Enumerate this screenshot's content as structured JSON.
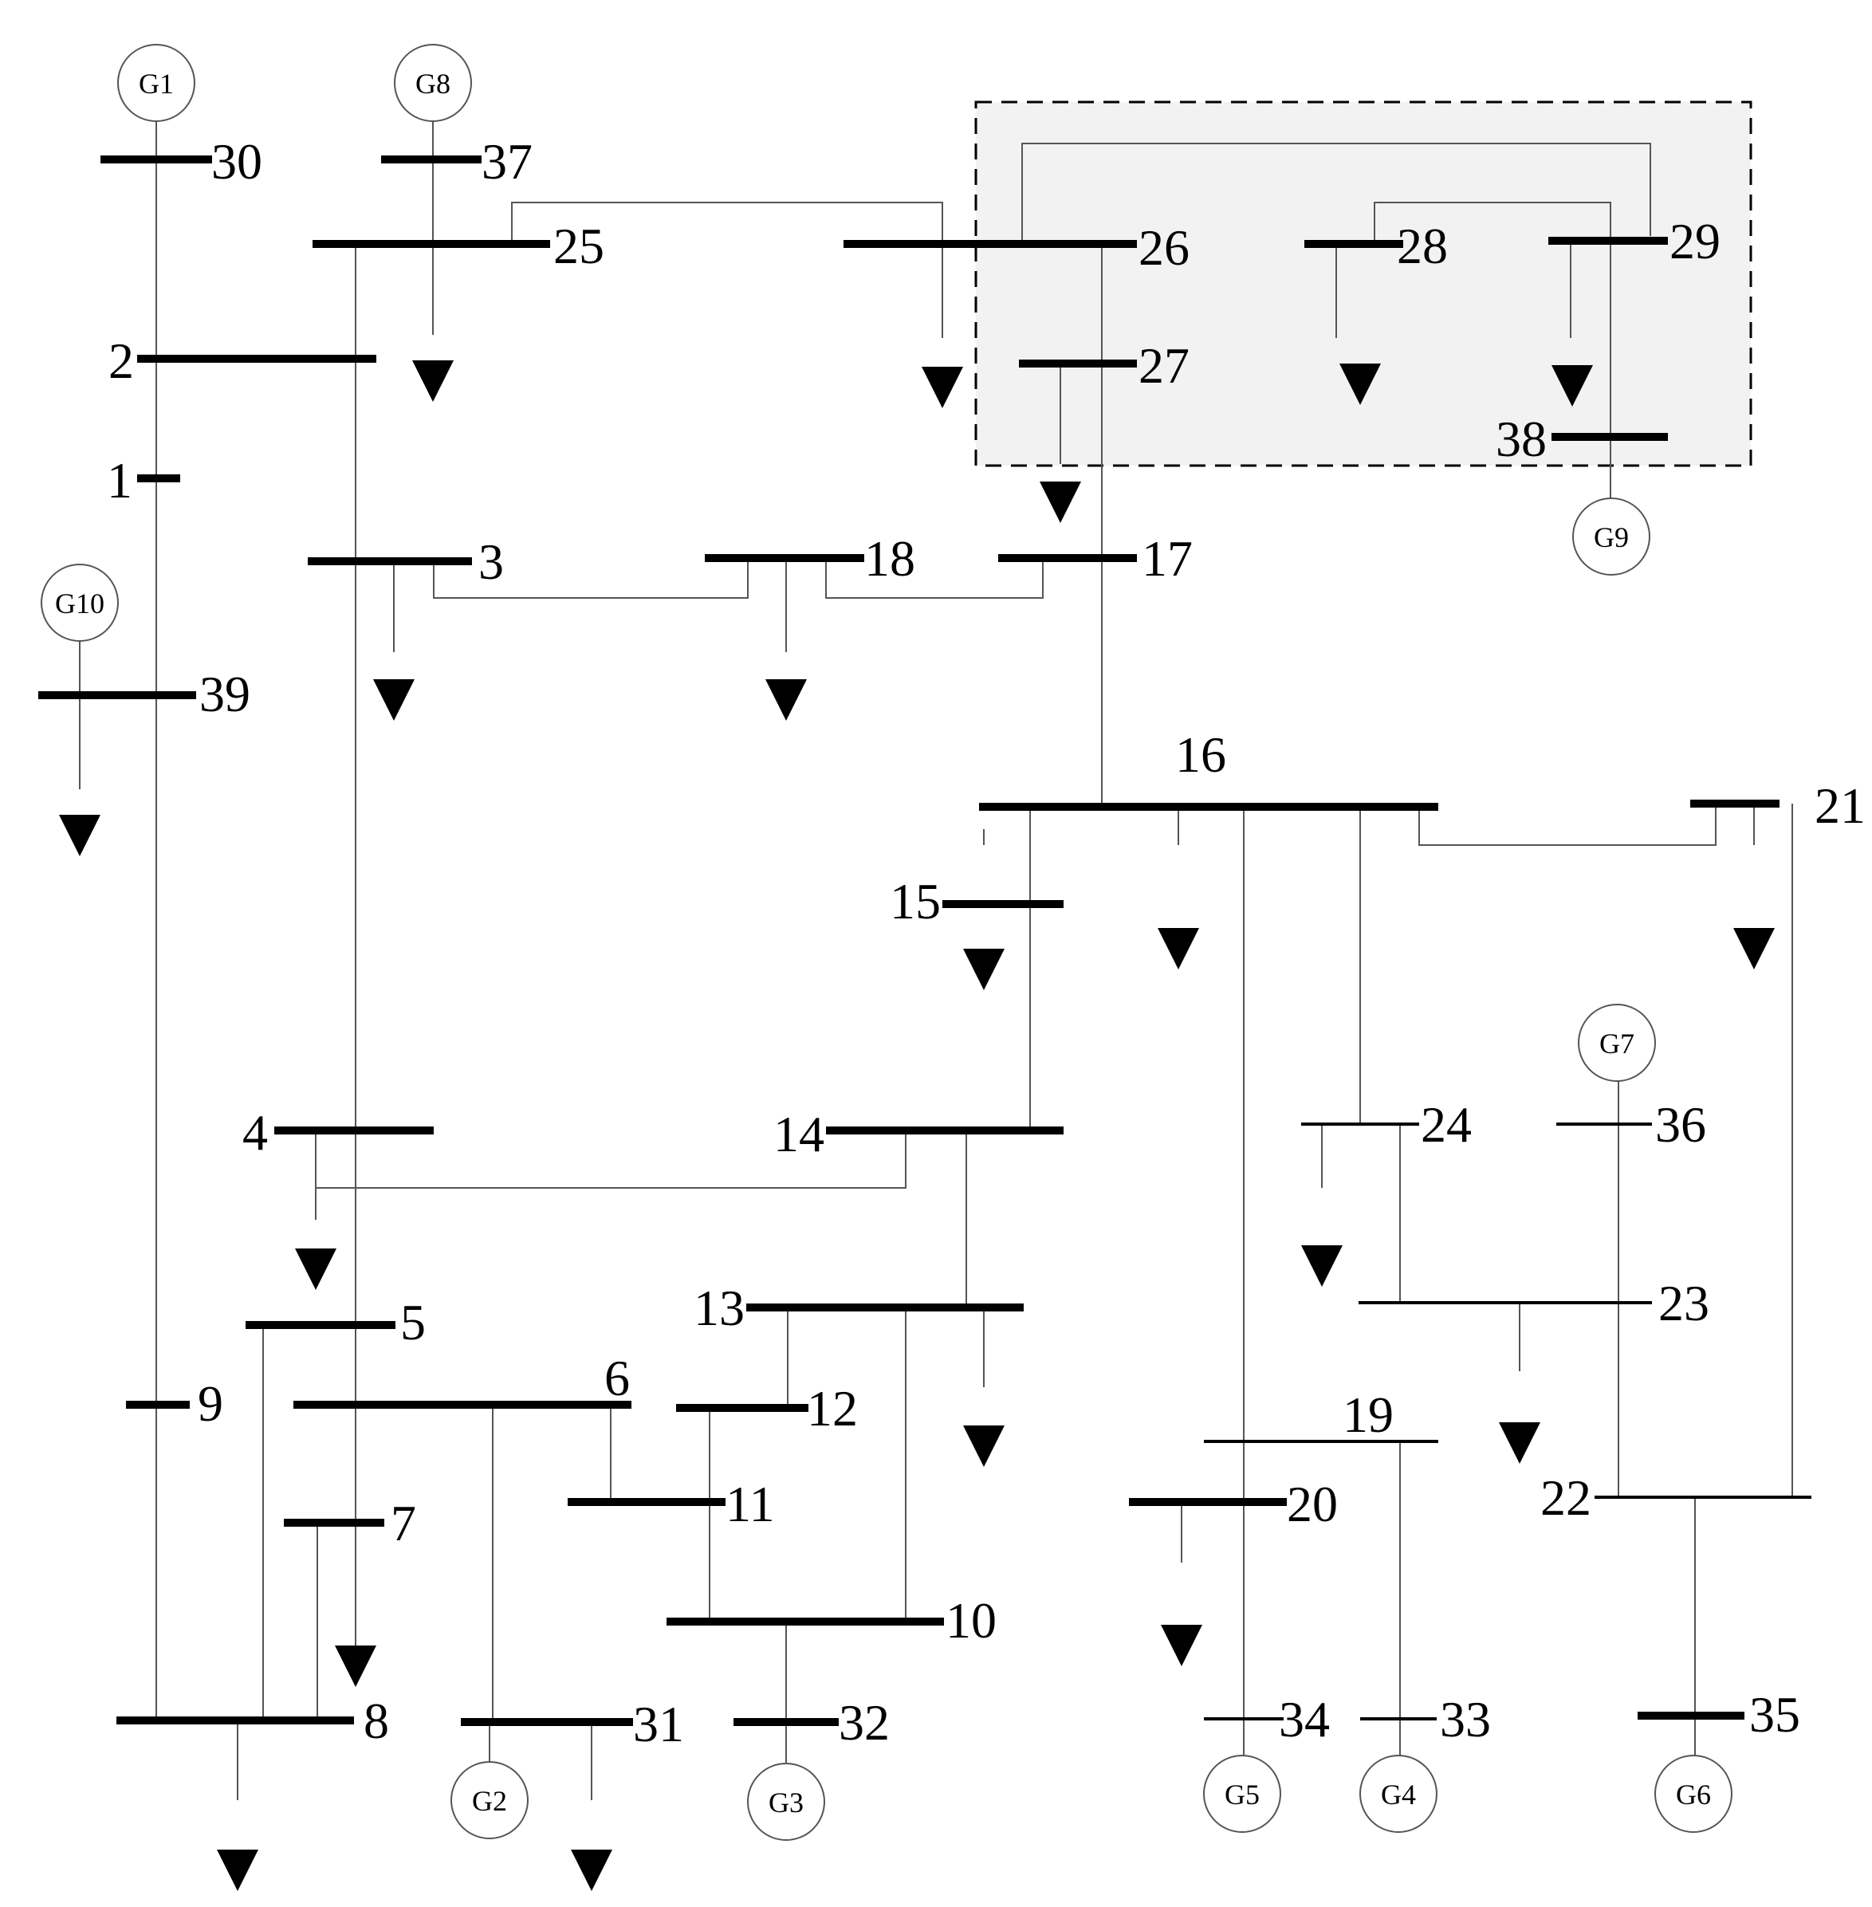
{
  "buses": [
    "1",
    "2",
    "3",
    "4",
    "5",
    "6",
    "7",
    "8",
    "9",
    "10",
    "11",
    "12",
    "13",
    "14",
    "15",
    "16",
    "17",
    "18",
    "19",
    "20",
    "21",
    "22",
    "23",
    "24",
    "25",
    "26",
    "27",
    "28",
    "29",
    "30",
    "31",
    "32",
    "33",
    "34",
    "35",
    "36",
    "37",
    "38",
    "39"
  ],
  "generators": [
    "G1",
    "G2",
    "G3",
    "G4",
    "G5",
    "G6",
    "G7",
    "G8",
    "G9",
    "G10"
  ],
  "highlighted_area": [
    "26",
    "27",
    "28",
    "29",
    "38"
  ],
  "colors": {
    "bus": "#000000",
    "line": "#555555",
    "area_fill": "#f2f2f2"
  }
}
